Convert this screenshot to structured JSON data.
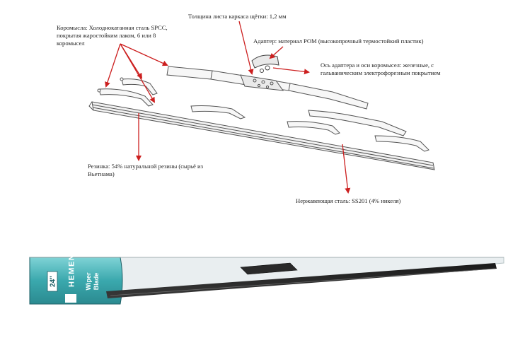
{
  "annotations": {
    "wiper_arms": "Коромысла: Холоднокатанная сталь SPCC, покрытая жаростойким лаком, 6 или 8 коромысел",
    "frame_thickness": "Толщина листа каркаса щётки: 1,2 мм",
    "adapter": "Адаптер: материал POM (высокопрочный термостойкий пластик)",
    "axis": "Ось адаптера и оси коромысел: железные, с гальваническим электрофорезным покрытием",
    "rubber": "Резинка: 54% натуральной резины (сырьё из Вьетнама)",
    "steel": "Нержавеющая сталь: SS201 (4% никеля)"
  },
  "package": {
    "size_label": "24\"",
    "brand": "HEMEN",
    "product_line_1": "Wiper",
    "product_line_2": "Blade"
  },
  "colors": {
    "arrow": "#cc1f1f",
    "package_teal": "#3aa8ad",
    "package_dark": "#1e5f66",
    "line_art": "#555555"
  },
  "icons": [
    "hemen-logo-icon"
  ]
}
